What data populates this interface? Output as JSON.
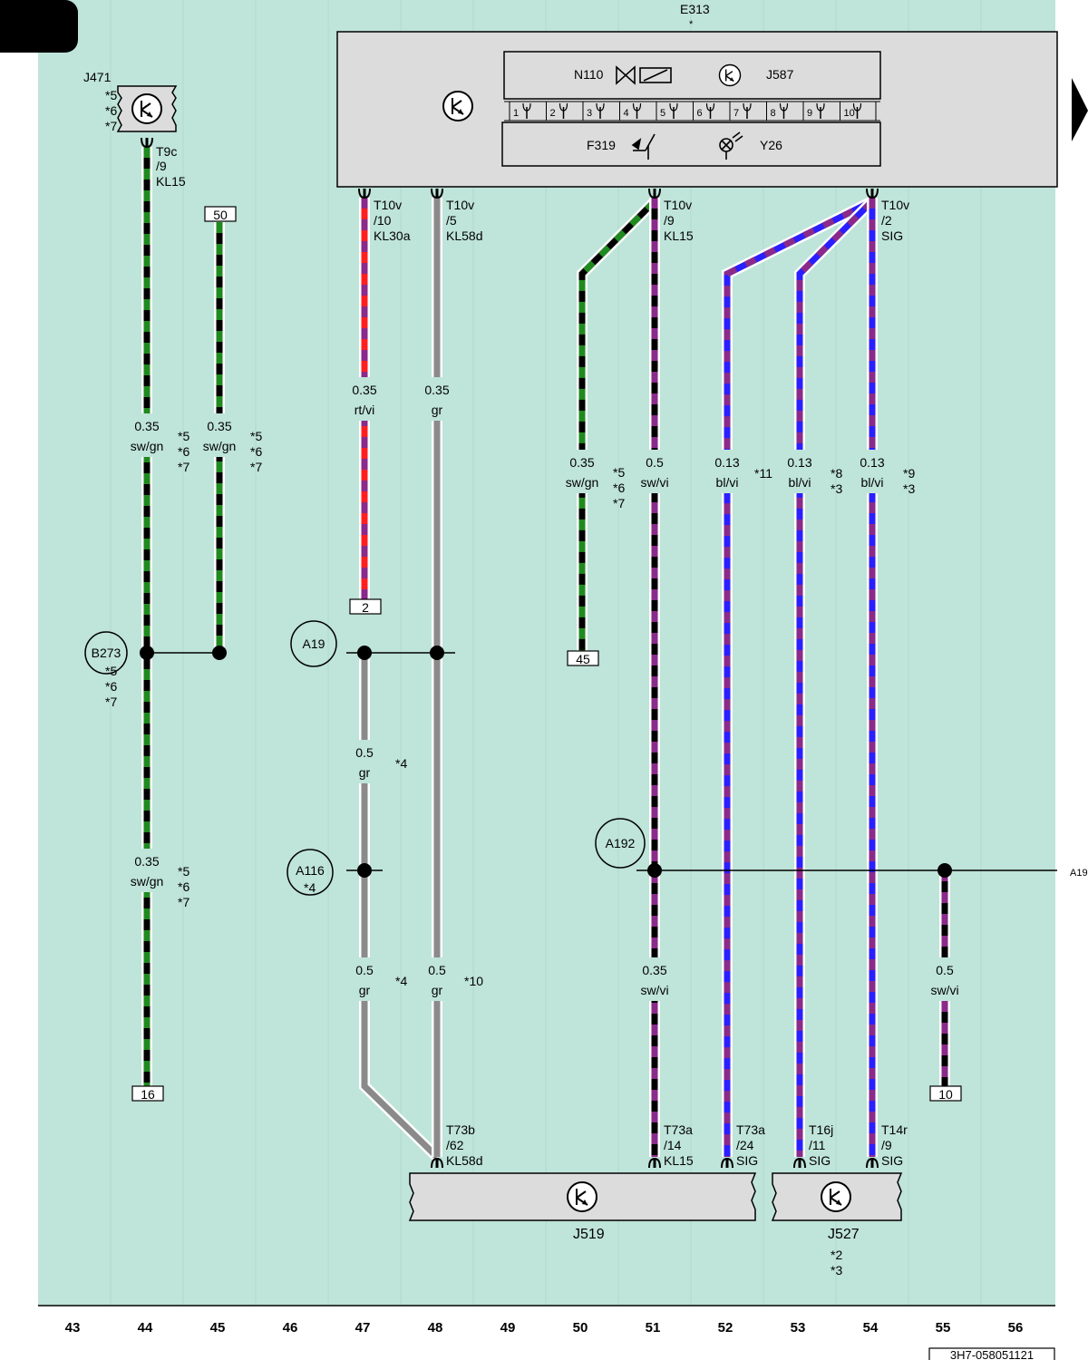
{
  "header": {
    "ecu_name": "E313",
    "ecu_star": "*",
    "docref": "3H7-058051121"
  },
  "colors": {
    "background": "#bfe4d9",
    "box_fill": "#dcdcdc",
    "sw": "#000000",
    "gn": "#1f8a1f",
    "rt": "#ff1f1f",
    "vi": "#8a2a8a",
    "bl": "#2a1fff",
    "gr": "#8a8a8a"
  },
  "columns": [
    "43",
    "44",
    "45",
    "46",
    "47",
    "48",
    "49",
    "50",
    "51",
    "52",
    "53",
    "54",
    "55",
    "56"
  ],
  "components": {
    "J471": {
      "name": "J471",
      "notes": [
        "*5",
        "*6",
        "*7"
      ]
    },
    "N110": {
      "name": "N110"
    },
    "J587": {
      "name": "J587"
    },
    "F319": {
      "name": "F319"
    },
    "Y26": {
      "name": "Y26"
    },
    "J519": {
      "name": "J519"
    },
    "J527": {
      "name": "J527",
      "notes": [
        "*2",
        "*3"
      ]
    }
  },
  "pins": [
    "1",
    "2",
    "3",
    "4",
    "5",
    "6",
    "7",
    "8",
    "9",
    "10"
  ],
  "connectors": {
    "T9c_9": [
      "T9c",
      "/9",
      "KL15"
    ],
    "T10v_10": [
      "T10v",
      "/10",
      "KL30a"
    ],
    "T10v_5": [
      "T10v",
      "/5",
      "KL58d"
    ],
    "T10v_9": [
      "T10v",
      "/9",
      "KL15"
    ],
    "T10v_2": [
      "T10v",
      "/2",
      "SIG"
    ],
    "T73b_62": [
      "T73b",
      "/62",
      "KL58d"
    ],
    "T73a_14": [
      "T73a",
      "/14",
      "KL15"
    ],
    "T73a_24": [
      "T73a",
      "/24",
      "SIG"
    ],
    "T16j_11": [
      "T16j",
      "/11",
      "SIG"
    ],
    "T14r_9": [
      "T14r",
      "/9",
      "SIG"
    ]
  },
  "wire_labels": {
    "w44a": [
      "0.35",
      "sw/gn"
    ],
    "w44b": [
      "0.35",
      "sw/gn"
    ],
    "w45": [
      "0.35",
      "sw/gn"
    ],
    "w47a": [
      "0.35",
      "rt/vi"
    ],
    "w47b": [
      "0.5",
      "gr"
    ],
    "w47c": [
      "0.5",
      "gr"
    ],
    "w48a": [
      "0.35",
      "gr"
    ],
    "w48b": [
      "0.5",
      "gr"
    ],
    "w50": [
      "0.35",
      "sw/gn"
    ],
    "w51a": [
      "0.5",
      "sw/vi"
    ],
    "w51b": [
      "0.35",
      "sw/vi"
    ],
    "w52": [
      "0.13",
      "bl/vi"
    ],
    "w53": [
      "0.13",
      "bl/vi"
    ],
    "w54": [
      "0.13",
      "bl/vi"
    ],
    "w55": [
      "0.5",
      "sw/vi"
    ]
  },
  "footnotes": {
    "f44a": [
      "*5",
      "*6",
      "*7"
    ],
    "f44b": [
      "*5",
      "*6",
      "*7"
    ],
    "f45": [
      "*5",
      "*6",
      "*7"
    ],
    "f47b": [
      "*4"
    ],
    "f47c": [
      "*4"
    ],
    "f48b": [
      "*10"
    ],
    "f50": [
      "*5",
      "*6",
      "*7"
    ],
    "f52": [
      "*11"
    ],
    "f53": [
      "*8",
      "*3"
    ],
    "f54": [
      "*9",
      "*3"
    ]
  },
  "splices": {
    "B273": {
      "name": "B273",
      "notes": [
        "*5",
        "*6",
        "*7"
      ]
    },
    "A19": {
      "name": "A19"
    },
    "A116": {
      "name": "A116",
      "notes": [
        "*4"
      ]
    },
    "A192": {
      "name": "A192"
    },
    "A19_ref": "A19"
  },
  "refs": {
    "r16": "16",
    "r50": "50",
    "r2": "2",
    "r45": "45",
    "r10": "10"
  }
}
